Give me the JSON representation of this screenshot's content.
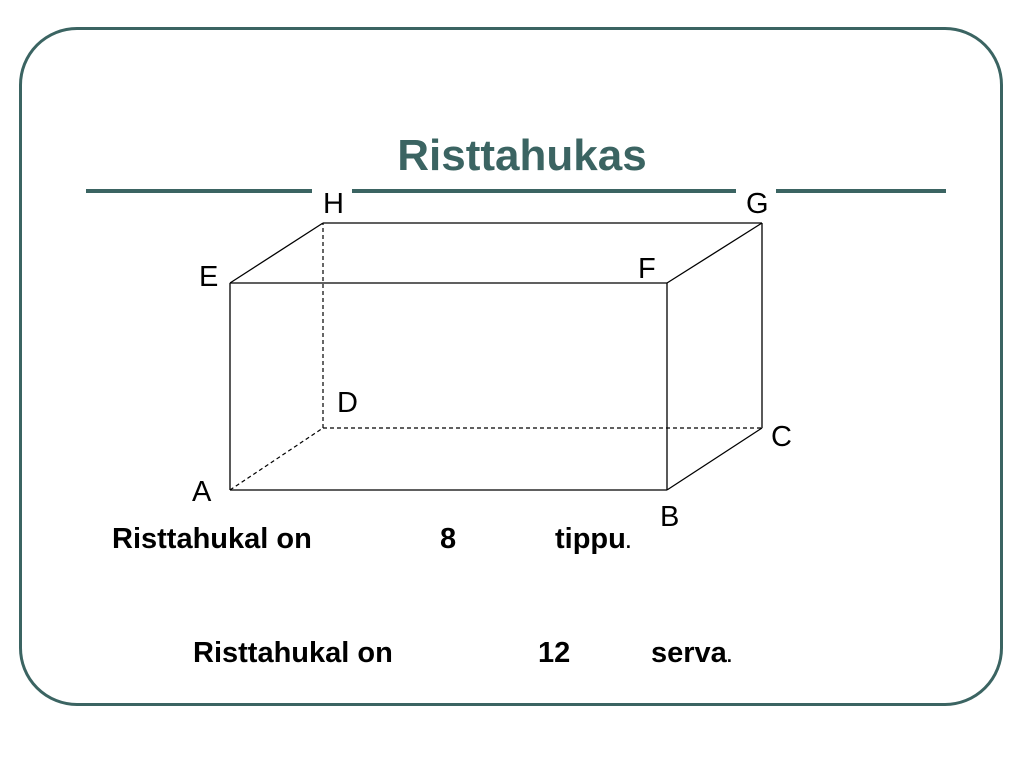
{
  "slide": {
    "title": "Risttahukas"
  },
  "diagram": {
    "vertices": {
      "A": "A",
      "B": "B",
      "C": "C",
      "D": "D",
      "E": "E",
      "F": "F",
      "G": "G",
      "H": "H"
    },
    "hidden_edges": [
      "AD",
      "DC",
      "DH"
    ],
    "visible_edges": [
      "AB",
      "BC",
      "CG",
      "GH",
      "HE",
      "EA",
      "EF",
      "FB",
      "FG"
    ]
  },
  "statements": [
    {
      "prefix": "Risttahukal on",
      "count": "8",
      "noun": "tippu",
      "period": "."
    },
    {
      "prefix": "Risttahukal on",
      "count": "12",
      "noun": "serva",
      "period": "."
    }
  ],
  "colors": {
    "accent": "#3b6462",
    "line": "#000000"
  }
}
